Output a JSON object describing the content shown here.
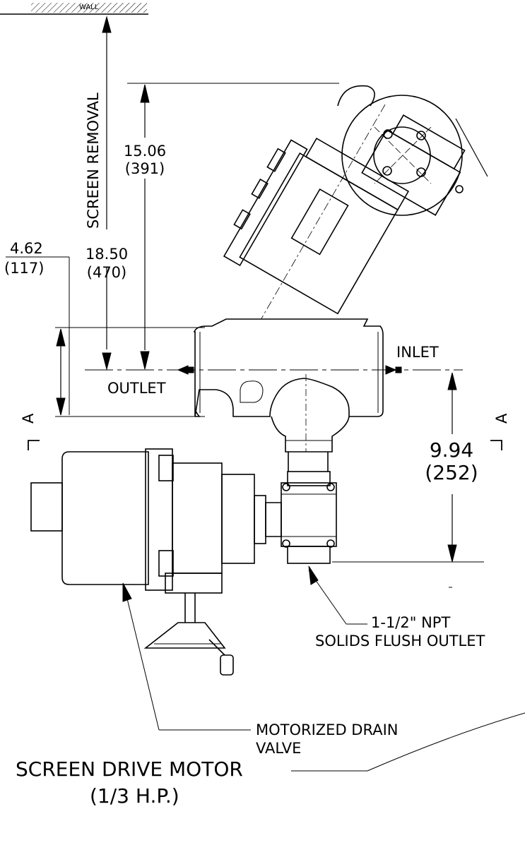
{
  "labels": {
    "wall": "WALL",
    "screen_removal": "SCREEN REMOVAL",
    "dim_15_06": "15.06",
    "dim_391": "(391)",
    "dim_18_50": "18.50",
    "dim_470": "(470)",
    "dim_4_62": "4.62",
    "dim_117": "(117)",
    "inlet": "INLET",
    "outlet": "OUTLET",
    "section_a_left": "A",
    "section_a_right": "A",
    "dim_9_94": "9.94",
    "dim_252": "(252)",
    "npt_line1": "1-1/2\" NPT",
    "npt_line2": "SOLIDS FLUSH OUTLET",
    "drain_line1": "MOTORIZED DRAIN",
    "drain_line2": "VALVE",
    "motor_line1": "SCREEN DRIVE MOTOR",
    "motor_line2": "(1/3 H.P.)"
  },
  "colors": {
    "ink": "#000000",
    "paper": "#ffffff"
  }
}
